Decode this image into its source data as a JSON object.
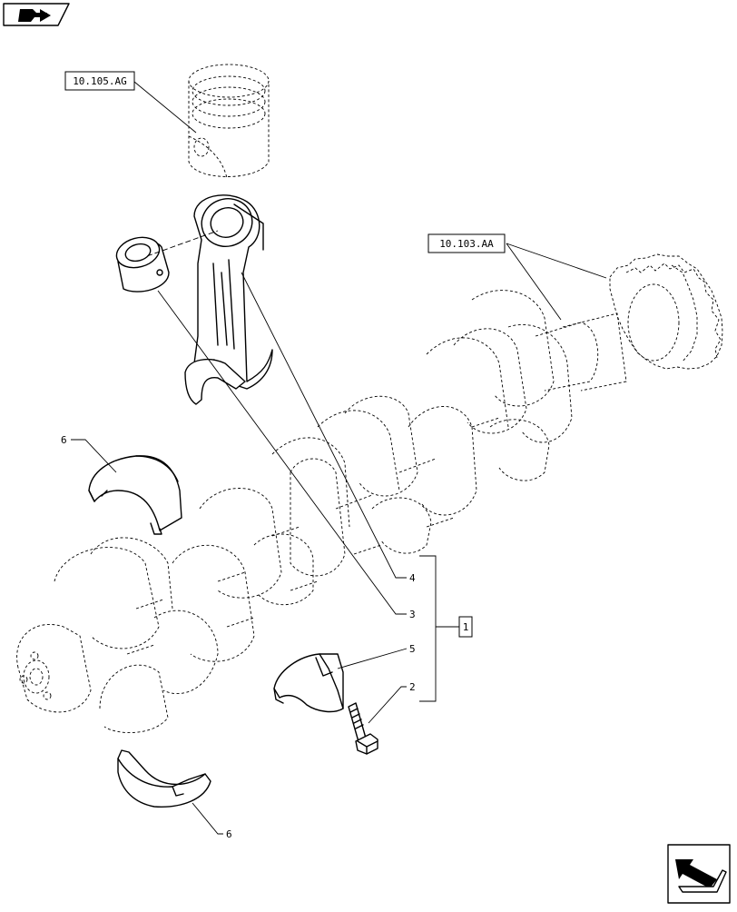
{
  "callouts": {
    "ref_piston": "10.105.AG",
    "ref_crankshaft": "10.103.AA",
    "group": "1",
    "item_2": "2",
    "item_3": "3",
    "item_4": "4",
    "item_5": "5",
    "item_6_top": "6",
    "item_6_bottom": "6"
  },
  "icons": {
    "top_left": "reference-arrow-icon",
    "bottom_right": "next-page-arrow-icon"
  }
}
